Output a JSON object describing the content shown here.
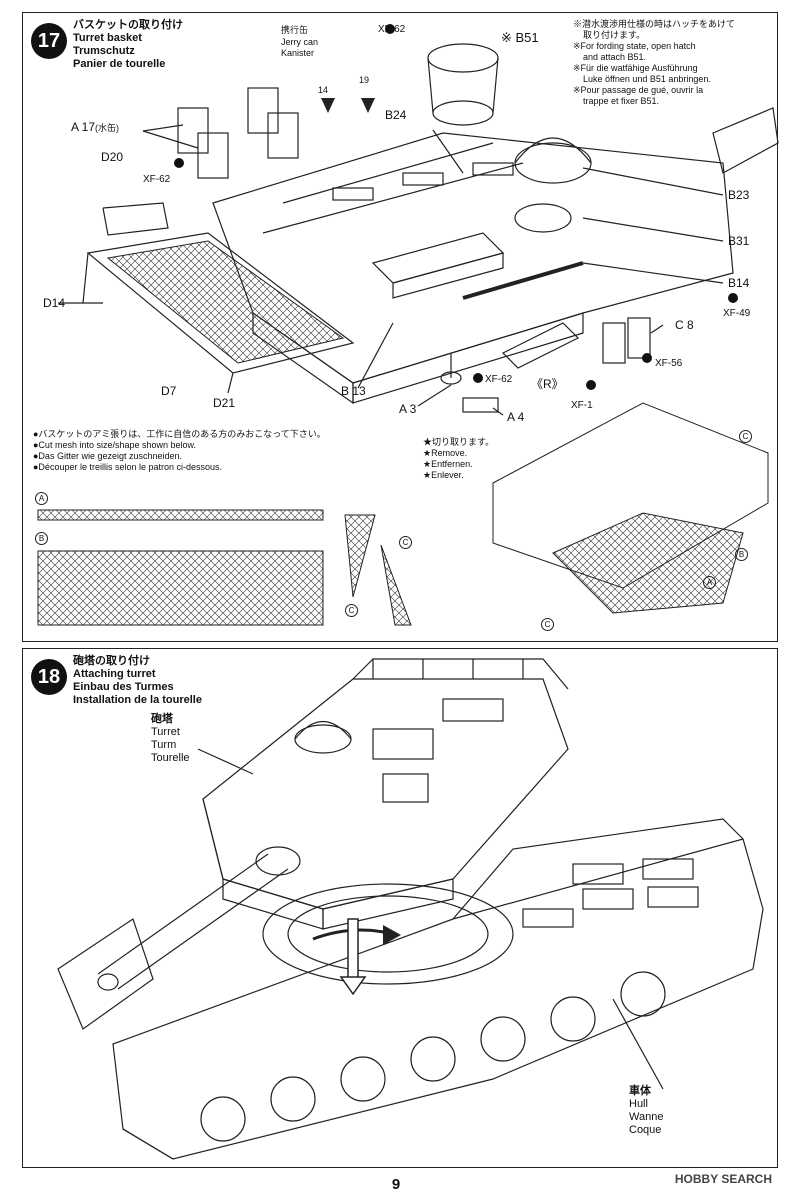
{
  "step17": {
    "number": "17",
    "title_jp": "バスケットの取り付け",
    "title_en": "Turret basket",
    "title_de": "Trumschutz",
    "title_fr": "Panier de tourelle",
    "labels": {
      "jerry_jp": "携行缶",
      "jerry_en": "Jerry can",
      "jerry_de": "Kanister",
      "xf62_top": "XF-62",
      "b51": "※ B51",
      "marker14": "14",
      "marker19": "19",
      "a17": "A 17",
      "a17_jp": "(水缶)",
      "b24": "B24",
      "d20": "D20",
      "xf62_left": "XF-62",
      "b23": "B23",
      "b31": "B31",
      "b14": "B14",
      "xf49": "XF-49",
      "d14": "D14",
      "c8": "C 8",
      "xf56": "XF-56",
      "xf62_mid": "XF-62",
      "r": "《R》",
      "xf1": "XF-1",
      "d7": "D7",
      "d21": "D21",
      "b13": "B 13",
      "a3": "A 3",
      "a4": "A 4"
    },
    "fording_note": [
      "※潜水渡渉用仕様の時はハッチをあけて",
      "取り付けます。",
      "※For fording state, open hatch",
      "and attach B51.",
      "※Für die watfähige Ausführung",
      "Luke öffnen und B51 anbringen.",
      "※Pour passage de gué, ouvrir la",
      "trappe et fixer B51."
    ],
    "mesh_note": [
      "●バスケットのアミ張りは、工作に自信のある方のみおこなって下さい。",
      "●Cut mesh into size/shape shown below.",
      "●Das Gitter wie gezeigt zuschneiden.",
      "●Découper le treillis selon le patron ci-dessous."
    ],
    "remove_note": [
      "★切り取ります。",
      "★Remove.",
      "★Entfernen.",
      "★Enlever."
    ],
    "mesh_labels": {
      "a": "A",
      "b": "B",
      "c": "C"
    }
  },
  "step18": {
    "number": "18",
    "title_jp": "砲塔の取り付け",
    "title_en": "Attaching turret",
    "title_de": "Einbau des Turmes",
    "title_fr": "Installation de la tourelle",
    "turret_jp": "砲塔",
    "turret_en": "Turret",
    "turret_de": "Turm",
    "turret_fr": "Tourelle",
    "hull_jp": "車体",
    "hull_en": "Hull",
    "hull_de": "Wanne",
    "hull_fr": "Coque"
  },
  "page_number": "9",
  "watermark": "HOBBY SEARCH"
}
